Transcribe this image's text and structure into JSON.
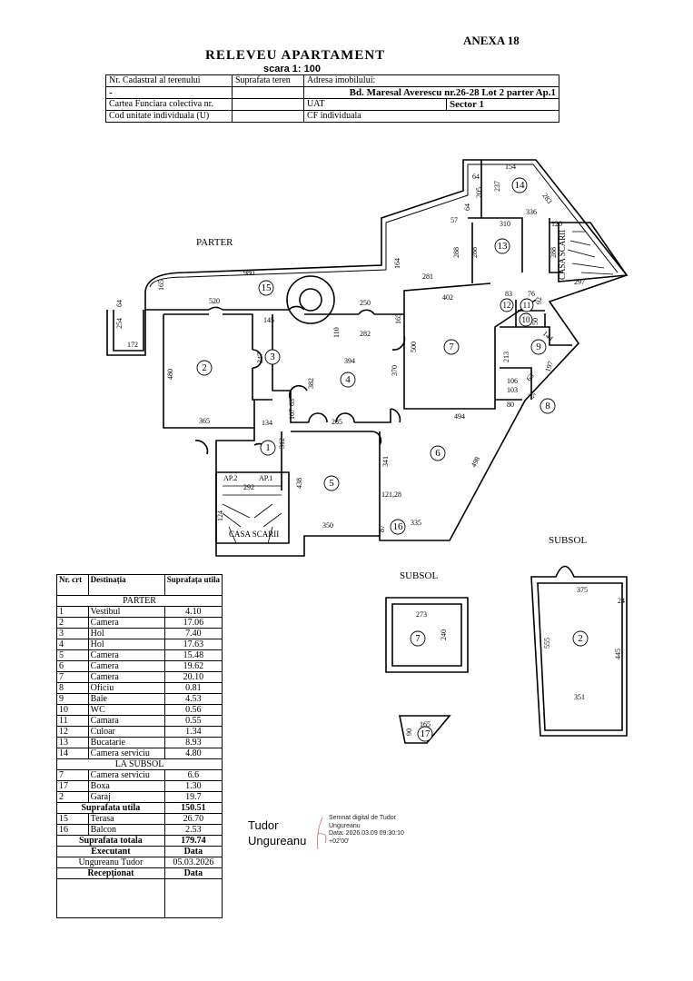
{
  "header": {
    "annex": "ANEXA 18",
    "title": "RELEVEU  APARTAMENT",
    "scale": "scara 1: 100",
    "row1": [
      "Nr. Cadastral al terenului",
      "Suprafata  teren",
      "Adresa imobilului:"
    ],
    "row2": [
      "-",
      "",
      "Bd. Maresal Averescu nr.26-28  Lot 2  parter  Ap.1"
    ],
    "row3": [
      "Cartea Funciara colectiva nr.",
      "",
      "UAT",
      "Sector 1"
    ],
    "row4": [
      "Cod unitate  individuala (U)",
      "",
      "CF individuala"
    ]
  },
  "plan": {
    "label_parter": "PARTER",
    "label_subsol_1": "SUBSOL",
    "label_subsol_2": "SUBSOL",
    "stair_1": "CASA SCARII",
    "stair_2": "CASA SCARII",
    "ap2": "AP.2",
    "ap1": "AP.1",
    "rooms": [
      "1",
      "2",
      "3",
      "4",
      "5",
      "6",
      "7",
      "8",
      "9",
      "10",
      "11",
      "12",
      "13",
      "14",
      "15",
      "16"
    ],
    "basement_rooms": [
      "7",
      "2",
      "17"
    ],
    "dims": {
      "d980": "980",
      "d165a": "165",
      "d64a": "64",
      "d254": "254",
      "d172": "172",
      "d520": "520",
      "d480": "480",
      "d365": "365",
      "d145": "145",
      "d347": "347",
      "d134": "134",
      "d107": "107",
      "d63": "63",
      "d382": "382",
      "d394": "394",
      "d110": "110",
      "d250": "250",
      "d282": "282",
      "d165b": "165",
      "d370": "370",
      "d285": "285",
      "d312": "312",
      "d292": "292",
      "d124": "124",
      "d438": "438",
      "d350": "350",
      "d341": "341",
      "d12128": "121,28",
      "d87": "87",
      "d335": "335",
      "d494": "494",
      "d498": "498",
      "d500": "500",
      "d402": "402",
      "d281": "281",
      "d164": "164",
      "d288a": "288",
      "d288b": "288",
      "d288c": "288",
      "d57": "57",
      "d64b": "64",
      "d205": "205",
      "d64c": "64",
      "d237": "237",
      "d154": "154",
      "d283": "283",
      "d336": "336",
      "d310": "310",
      "d120": "120",
      "d83": "83",
      "d76": "76",
      "d92": "92",
      "d297": "297",
      "d50": "50",
      "d144": "144",
      "d213": "213",
      "d106": "106",
      "d103": "103",
      "d80": "80",
      "d35": "35",
      "d197": "197",
      "d63b": "63",
      "d273": "273",
      "d240": "240",
      "d375": "375",
      "d24": "24",
      "d555": "555",
      "d445": "445",
      "d351": "351",
      "d90": "90",
      "d165c": "165"
    }
  },
  "area_table": {
    "head": [
      "Nr. crt",
      "Destinația",
      "Suprafața utila"
    ],
    "section_parter": "PARTER",
    "parter_rows": [
      [
        "1",
        "Vestibul",
        "4.10"
      ],
      [
        "2",
        "Camera",
        "17.06"
      ],
      [
        "3",
        "Hol",
        "7.40"
      ],
      [
        "4",
        "Hol",
        "17.63"
      ],
      [
        "5",
        "Camera",
        "15.48"
      ],
      [
        "6",
        "Camera",
        "19.62"
      ],
      [
        "7",
        "Camera",
        "20.10"
      ],
      [
        "8",
        "Oficiu",
        "0.81"
      ],
      [
        "9",
        "Baie",
        "4.53"
      ],
      [
        "10",
        "WC",
        "0.56"
      ],
      [
        "11",
        "Camara",
        "0.55"
      ],
      [
        "12",
        "Culoar",
        "1.34"
      ],
      [
        "13",
        "Bucatarie",
        "8.93"
      ],
      [
        "14",
        "Camera  serviciu",
        "4.80"
      ]
    ],
    "section_subsol": "LA SUBSOL",
    "subsol_rows": [
      [
        "7",
        "Camera serviciu",
        "6.6"
      ],
      [
        "17",
        "Boxa",
        "1.30"
      ],
      [
        "2",
        "Garaj",
        "19.7"
      ]
    ],
    "util_label": "Suprafata utila",
    "util_value": "150.51",
    "extra_rows": [
      [
        "15",
        "Terasa",
        "26.70"
      ],
      [
        "16",
        "Balcon",
        "2.53"
      ]
    ],
    "total_label": "Suprafata totala",
    "total_value": "179.74",
    "exec_label": "Executant",
    "date_label": "Data",
    "exec_name": "Ungureanu  Tudor",
    "exec_date": "05.03.2026",
    "recv_label": "Recepționat",
    "recv_date_label": "Data"
  },
  "signature": {
    "name_1": "Tudor",
    "name_2": "Ungureanu",
    "line_1": "Semnat digital de Tudor",
    "line_2": "Ungureanu",
    "line_3": "Data: 2026.03.09 09:30:10",
    "line_4": "+02'00'"
  }
}
